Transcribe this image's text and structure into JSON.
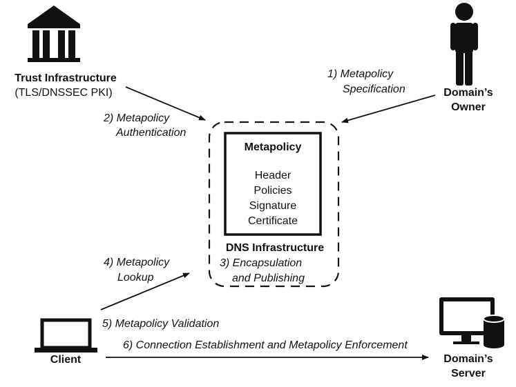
{
  "trust": {
    "name": "Trust Infrastructure",
    "sub": "(TLS/DNSSEC PKI)"
  },
  "owner": {
    "line1": "Domain’s",
    "line2": "Owner"
  },
  "server": {
    "line1": "Domain’s",
    "line2": "Server"
  },
  "client": {
    "name": "Client"
  },
  "metapolicy": {
    "title": "Metapolicy",
    "items": [
      "Header",
      "Policies",
      "Signature",
      "Certificate"
    ]
  },
  "dns": {
    "title": "DNS Infrastructure",
    "step_line1": "3) Encapsulation",
    "step_line2": "and Publishing"
  },
  "steps": {
    "s1_line1": "1) Metapolicy",
    "s1_line2": "Specification",
    "s2_line1": "2) Metapolicy",
    "s2_line2": "Authentication",
    "s4_line1": "4) Metapolicy",
    "s4_line2": "Lookup",
    "s5": "5) Metapolicy Validation",
    "s6": "6) Connection Establishment and Metapolicy Enforcement"
  },
  "colors": {
    "ink": "#111111",
    "background": "#ffffff"
  }
}
